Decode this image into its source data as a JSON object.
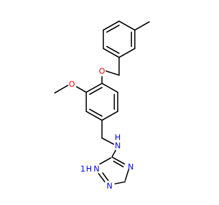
{
  "molecule": {
    "atoms": {
      "ether_oxygen": "O",
      "methoxy_oxygen": "O",
      "amine_nitrogen": "N",
      "amine_hydrogen": "H",
      "triazole_n1": "N",
      "triazole_n1_hydrogen": "H",
      "triazole_n1_prefix": "1",
      "triazole_n2": "N",
      "triazole_n4": "N"
    },
    "colors": {
      "oxygen": "#ff0000",
      "nitrogen": "#0000ff",
      "bond": "#000000",
      "background": "#ffffff"
    }
  }
}
